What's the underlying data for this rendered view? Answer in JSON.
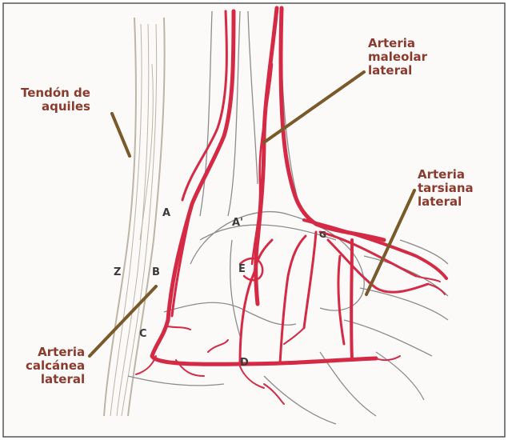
{
  "figure": {
    "labels": {
      "achilles": [
        "Tendón de",
        "aquiles"
      ],
      "malleolar": [
        "Arteria",
        "maleolar",
        "lateral"
      ],
      "tarsal": [
        "Arteria",
        "tarsiana",
        "lateral"
      ],
      "calcaneal": [
        "Arteria",
        "calcánea",
        "lateral"
      ]
    },
    "letters": {
      "a": "A",
      "a_prime": "A'",
      "b": "B",
      "c": "C",
      "d": "D",
      "e": "E",
      "z": "Z",
      "g": "G"
    }
  },
  "colors": {
    "artery": "#d42a45",
    "label_text": "#8b3a2e",
    "pointer": "#7a5a2a",
    "outline": "#8c8c8c",
    "tendon": "#d9d2c4"
  }
}
